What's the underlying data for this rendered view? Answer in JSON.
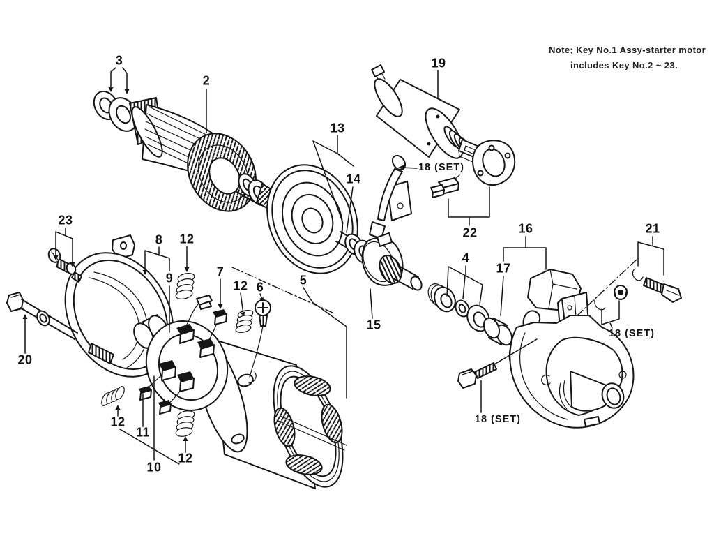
{
  "note": {
    "line1": "Note; Key No.1 Assy-starter motor",
    "line2": "includes Key No.2 ~ 23."
  },
  "diagram": {
    "labels": [
      {
        "text": "3"
      },
      {
        "text": "2"
      },
      {
        "text": "19"
      },
      {
        "text": "13"
      },
      {
        "text": "14"
      },
      {
        "text": "18 (SET)"
      },
      {
        "text": "22"
      },
      {
        "text": "23"
      },
      {
        "text": "8"
      },
      {
        "text": "12"
      },
      {
        "text": "9"
      },
      {
        "text": "7"
      },
      {
        "text": "12"
      },
      {
        "text": "6"
      },
      {
        "text": "5"
      },
      {
        "text": "16"
      },
      {
        "text": "17"
      },
      {
        "text": "21"
      },
      {
        "text": "4"
      },
      {
        "text": "15"
      },
      {
        "text": "20"
      },
      {
        "text": "18 (SET)"
      },
      {
        "text": "18 (SET)"
      },
      {
        "text": "12"
      },
      {
        "text": "11"
      },
      {
        "text": "10"
      },
      {
        "text": "12"
      }
    ]
  },
  "colors": {
    "ink": "#151515",
    "paper": "#ffffff"
  }
}
